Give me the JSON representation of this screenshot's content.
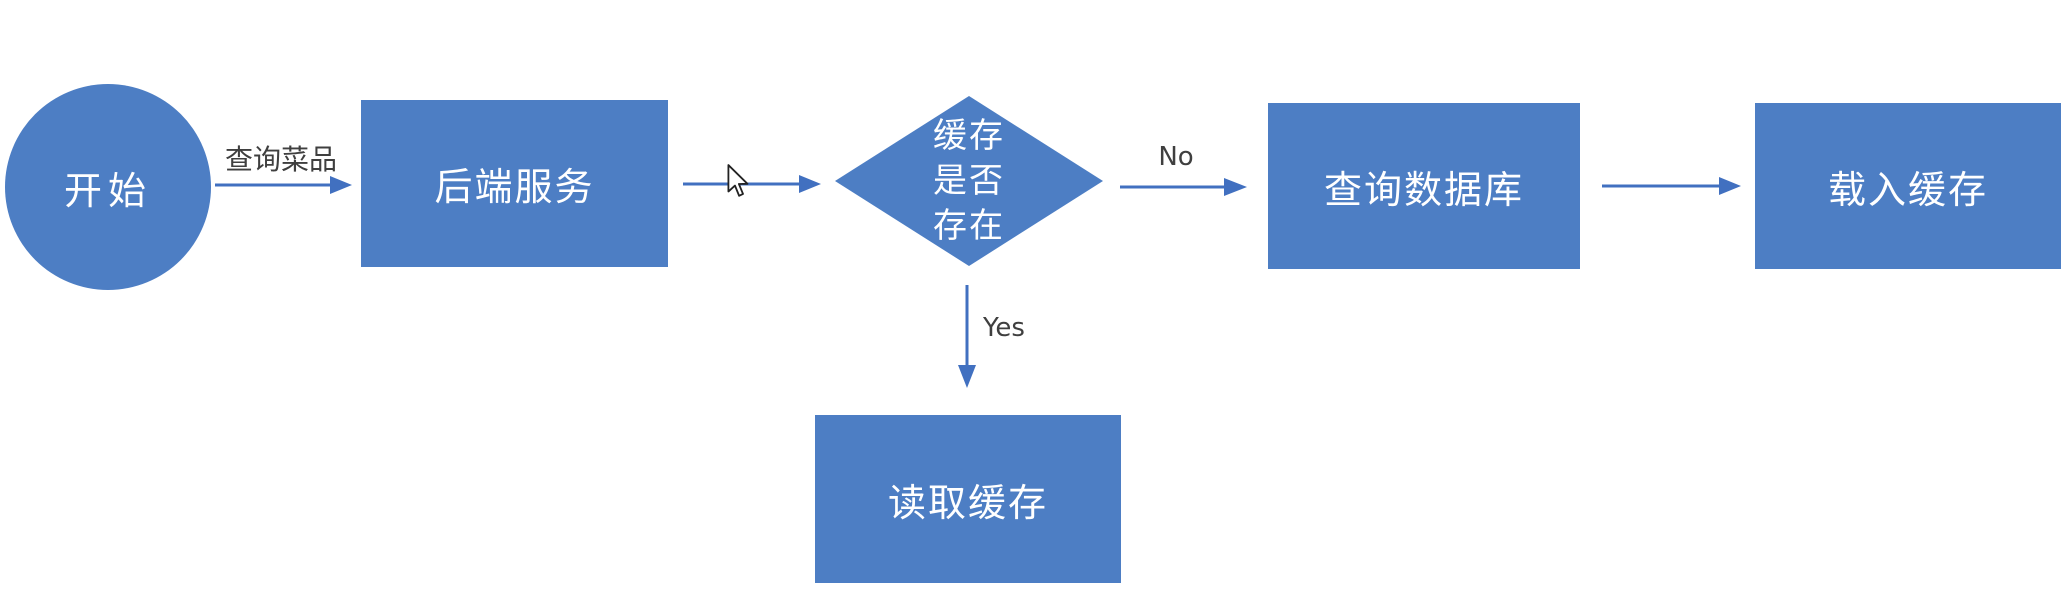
{
  "colors": {
    "shape_fill": "#4d7ec4",
    "arrow": "#4170c0",
    "shape_text": "#ffffff",
    "label_text": "#3f3f3f",
    "background": "#ffffff"
  },
  "nodes": {
    "start": {
      "label": "开始",
      "shape": "circle"
    },
    "backend": {
      "label": "后端服务",
      "shape": "rectangle"
    },
    "cache_check": {
      "label": "缓存是否存在",
      "lines": [
        "缓存",
        "是否",
        "存在"
      ],
      "shape": "diamond"
    },
    "query_db": {
      "label": "查询数据库",
      "shape": "rectangle"
    },
    "load_cache": {
      "label": "载入缓存",
      "shape": "rectangle"
    },
    "read_cache": {
      "label": "读取缓存",
      "shape": "rectangle"
    }
  },
  "edges": {
    "start_to_backend": {
      "label": "查询菜品"
    },
    "backend_to_cache_check": {
      "label": ""
    },
    "cache_check_to_query_db": {
      "label": "No"
    },
    "query_db_to_load_cache": {
      "label": ""
    },
    "cache_check_to_read_cache": {
      "label": "Yes"
    }
  },
  "icons": {
    "cursor": "mouse-pointer"
  }
}
